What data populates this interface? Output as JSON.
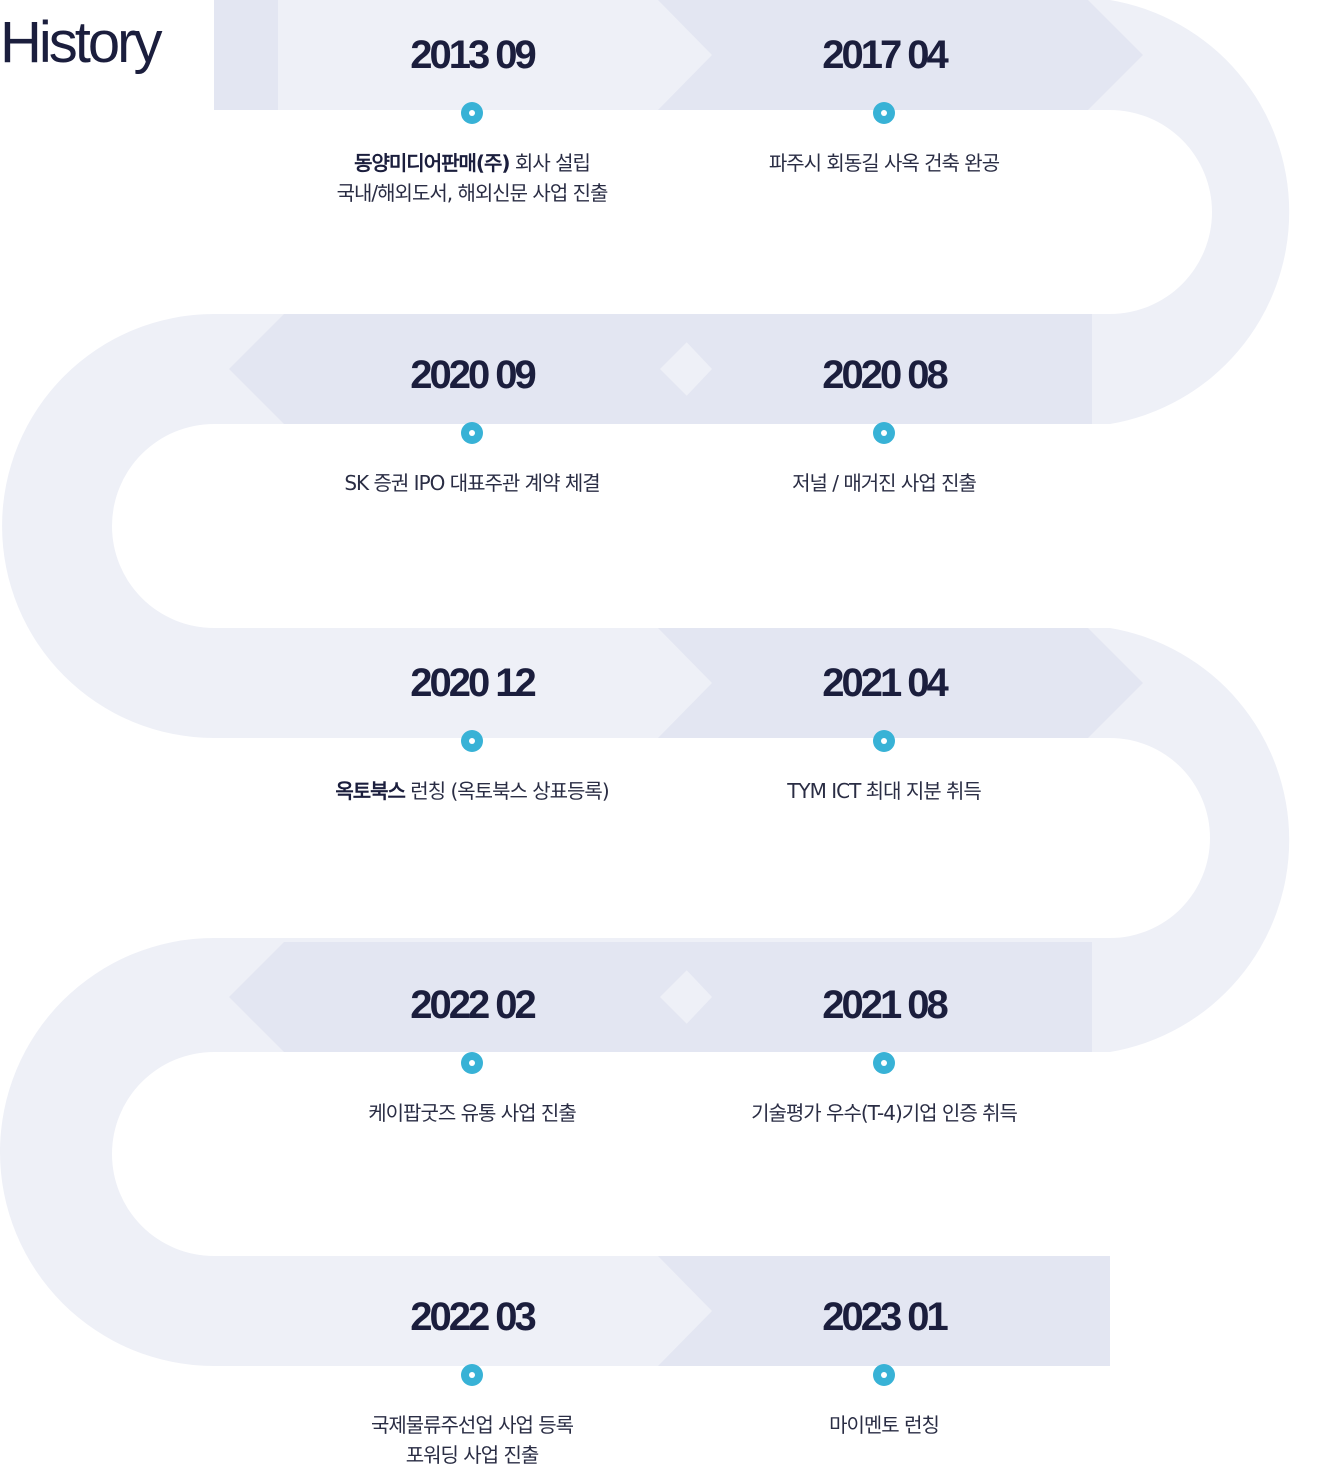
{
  "page": {
    "title": "History"
  },
  "colors": {
    "track_light": "#eef0f7",
    "track_dark": "#e3e6f2",
    "dot": "#38b2d6",
    "text": "#1b1e3d"
  },
  "events": [
    {
      "date": "2013 09",
      "line1_bold": "동양미디어판매(주)",
      "line1_rest": " 회사 설립",
      "line2": "국내/해외도서, 해외신문 사업 진출"
    },
    {
      "date": "2017 04",
      "line1_bold": "",
      "line1_rest": "파주시 회동길 사옥 건축 완공",
      "line2": ""
    },
    {
      "date": "2020 09",
      "line1_bold": "",
      "line1_rest": "SK 증권 IPO 대표주관 계약 체결",
      "line2": ""
    },
    {
      "date": "2020 08",
      "line1_bold": "",
      "line1_rest": "저널 / 매거진 사업 진출",
      "line2": ""
    },
    {
      "date": "2020 12",
      "line1_bold": "옥토북스",
      "line1_rest": " 런칭 (옥토북스 상표등록)",
      "line2": ""
    },
    {
      "date": "2021 04",
      "line1_bold": "",
      "line1_rest": "TYM ICT 최대 지분 취득",
      "line2": ""
    },
    {
      "date": "2022 02",
      "line1_bold": "",
      "line1_rest": "케이팝굿즈 유통 사업 진출",
      "line2": ""
    },
    {
      "date": "2021 08",
      "line1_bold": "",
      "line1_rest": "기술평가 우수(T-4)기업 인증 취득",
      "line2": ""
    },
    {
      "date": "2022 03",
      "line1_bold": "",
      "line1_rest": "국제물류주선업 사업 등록",
      "line2": "포워딩 사업 진출"
    },
    {
      "date": "2023 01",
      "line1_bold": "",
      "line1_rest": "마이멘토 런칭",
      "line2": ""
    }
  ]
}
